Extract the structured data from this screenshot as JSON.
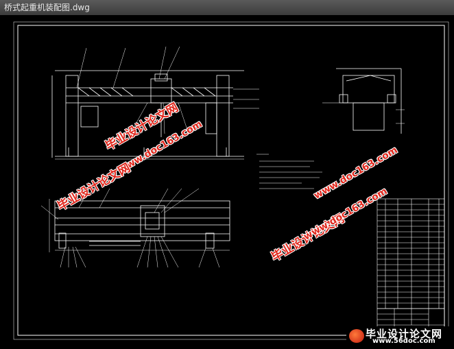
{
  "window": {
    "title": "桥式起重机装配图.dwg"
  },
  "watermarks": {
    "site_cn": "毕业设计论文网",
    "site_url": "www.doc163.com"
  },
  "footer": {
    "brand_cn": "毕业设计论文网",
    "brand_url": "www.56doc.com"
  },
  "colors": {
    "background": "#000000",
    "drawing_lines": "#ffffff",
    "watermark": "#e0271c",
    "titlebar": "#4a4a4a"
  }
}
